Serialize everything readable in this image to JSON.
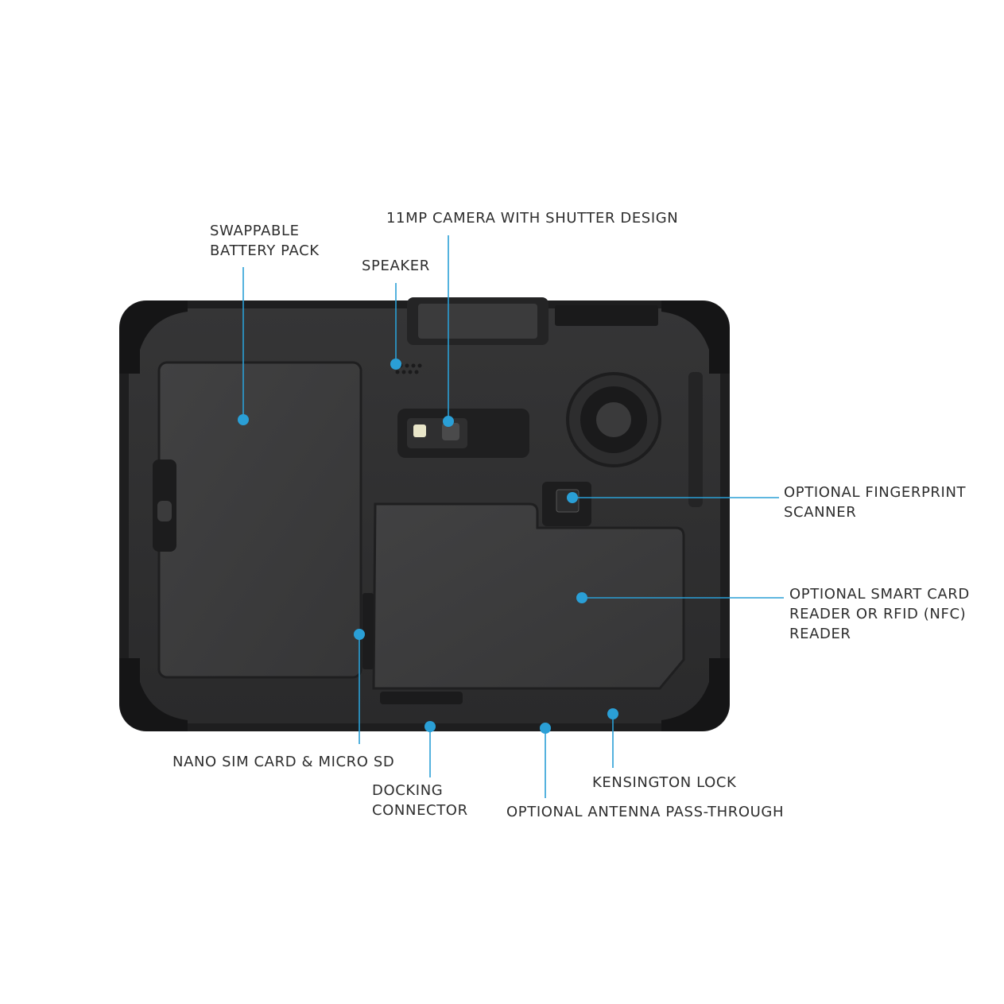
{
  "callouts": {
    "battery": "SWAPPABLE\nBATTERY PACK",
    "camera": "11MP CAMERA WITH SHUTTER DESIGN",
    "speaker": "SPEAKER",
    "fingerprint": "OPTIONAL FINGERPRINT\nSCANNER",
    "smartcard": "OPTIONAL SMART CARD\nREADER OR RFID (NFC)\nREADER",
    "sim": "NANO SIM CARD & MICRO SD",
    "docking": "DOCKING\nCONNECTOR",
    "antenna": "OPTIONAL ANTENNA PASS-THROUGH",
    "kensington": "KENSINGTON LOCK"
  },
  "colors": {
    "accent": "#2a9fd6",
    "body": "#2b2b2c",
    "panel": "#3a3a3b",
    "edge": "#1c1c1d",
    "text": "#2e2e2e"
  }
}
